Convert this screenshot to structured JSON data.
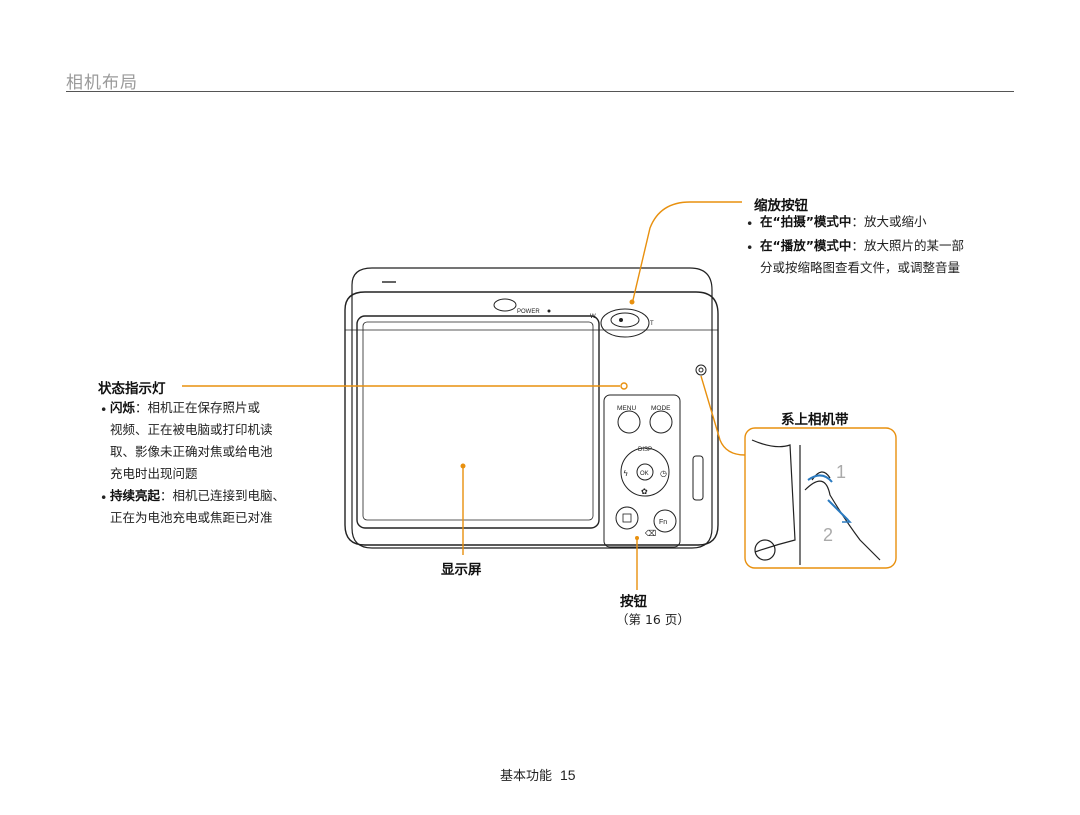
{
  "section_title": "相机布局",
  "zoom": {
    "title": "缩放按钮",
    "b1_key": "在“拍摄”模式中",
    "b1_text": "：放大或缩小",
    "b2_key": "在“播放”模式中",
    "b2_text": "：放大照片的某一部",
    "b2_text2": "分或按缩略图查看文件，或调整音量"
  },
  "status_light": {
    "title": "状态指示灯",
    "b1_key": "闪烁",
    "b1_l1": "：相机正在保存照片或",
    "b1_l2": "视频、正在被电脑或打印机读",
    "b1_l3": "取、影像未正确对焦或给电池",
    "b1_l4": "充电时出现问题",
    "b2_key": "持续亮起",
    "b2_l1": "：相机已连接到电脑、",
    "b2_l2": "正在为电池充电或焦距已对准"
  },
  "display": {
    "title": "显示屏"
  },
  "buttons": {
    "title": "按钮",
    "ref": "（第 16 页）"
  },
  "strap": {
    "title": "系上相机带",
    "step1": "1",
    "step2": "2"
  },
  "camera": {
    "power": "POWER",
    "menu": "MENU",
    "mode": "MODE",
    "disp": "DISP",
    "ok": "OK",
    "fn": "Fn"
  },
  "footer": {
    "label": "基本功能",
    "page": "15"
  },
  "colors": {
    "callout": "#e8900e",
    "rule": "#555555",
    "title_gray": "#9a9a9a"
  }
}
